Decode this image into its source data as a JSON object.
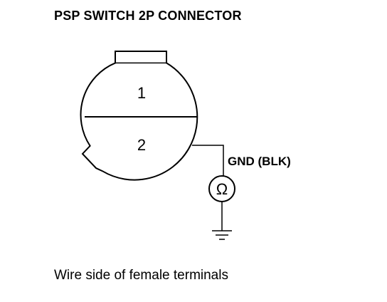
{
  "title": "PSP SWITCH 2P CONNECTOR",
  "caption": "Wire side of female terminals",
  "connector": {
    "terminal_top": "1",
    "terminal_bottom": "2"
  },
  "wire_label": "GND (BLK)",
  "meter_symbol": "Ω",
  "colors": {
    "ink": "#000000",
    "background": "#ffffff"
  }
}
